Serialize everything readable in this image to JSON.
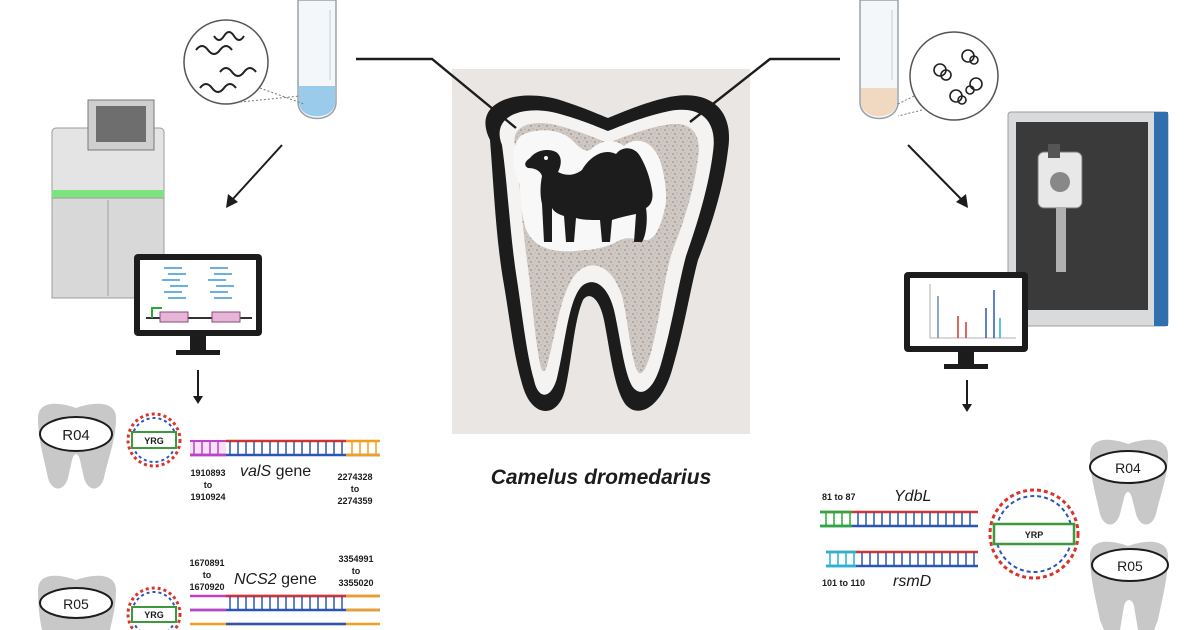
{
  "caption": "Camelus dromedarius",
  "left_panel": {
    "tooth_top": {
      "label": "R04",
      "plasmid": "YRG"
    },
    "tooth_bottom": {
      "label": "R05",
      "plasmid": "YRG"
    },
    "gene1": {
      "name": "valS",
      "suffix": " gene",
      "left_from": "1910893",
      "left_to_word": "to",
      "left_to": "1910924",
      "right_from": "2274328",
      "right_to_word": "to",
      "right_to": "2274359"
    },
    "gene2": {
      "name": "NCS2",
      "suffix": " gene",
      "left_from": "1670891",
      "left_to_word": "to",
      "left_to": "1670920",
      "right_from": "3354991",
      "right_to_word": "to",
      "right_to": "3355020"
    }
  },
  "right_panel": {
    "tooth_top": {
      "label": "R04"
    },
    "tooth_bottom": {
      "label": "R05"
    },
    "plasmid": "YRP",
    "gene1": {
      "name": "YdbL",
      "range": "81 to 87"
    },
    "gene2": {
      "name": "rsmD",
      "range": "101 to 110"
    }
  },
  "colors": {
    "dna_red": "#d9342b",
    "dna_blue": "#2a55b8",
    "dna_orange": "#f0a020",
    "dna_magenta": "#c040c8",
    "dna_green": "#2aa83a",
    "dna_cyan": "#22b6d0",
    "plasmid_box": "#3c9a3c",
    "tooth_gray": "#c8c8c8",
    "outline_dark": "#1c1c1c"
  }
}
